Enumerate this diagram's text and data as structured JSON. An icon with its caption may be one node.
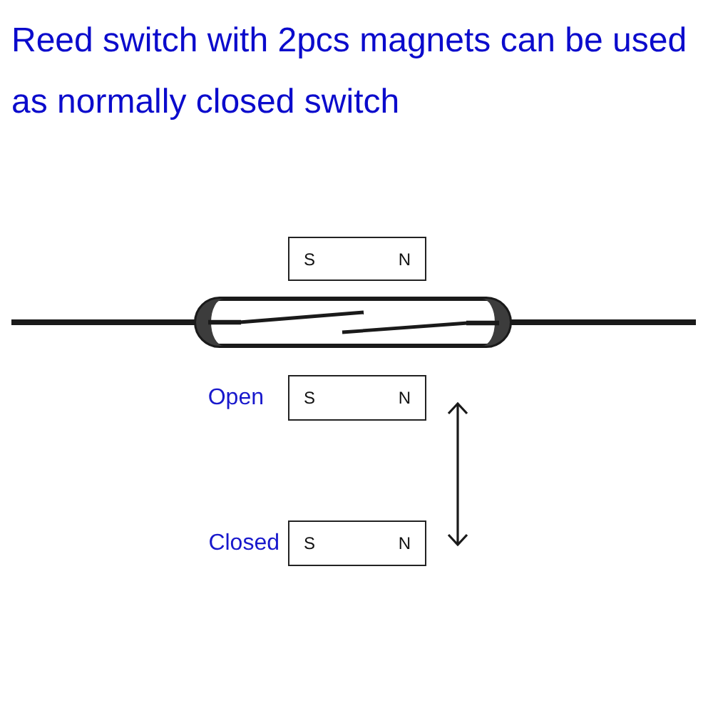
{
  "diagram": {
    "title": "Reed switch with 2pcs magnets can be used as normally closed switch",
    "nodes": [
      {
        "text": [
          "S",
          "N"
        ]
      },
      {
        "text": [
          "S",
          "N"
        ],
        "beside": [
          "Open"
        ]
      },
      {
        "text": [
          "S",
          "N"
        ],
        "beside": [
          "Closed"
        ]
      }
    ]
  }
}
